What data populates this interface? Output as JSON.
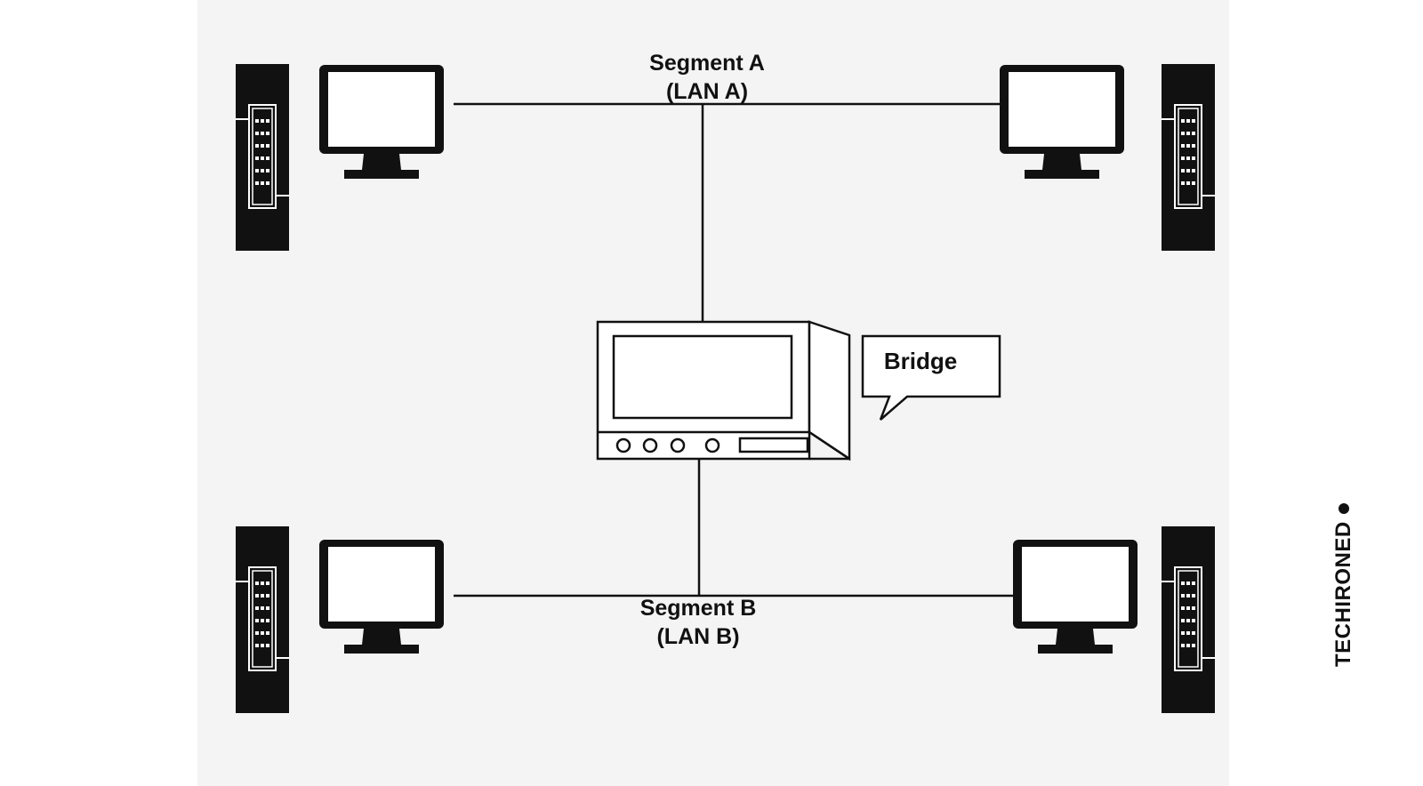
{
  "labels": {
    "segment_a_line1": "Segment A",
    "segment_a_line2": "(LAN A)",
    "segment_b_line1": "Segment B",
    "segment_b_line2": "(LAN B)",
    "bridge": "Bridge"
  },
  "brand": {
    "text": "TECHIRONED"
  },
  "colors": {
    "background": "#f4f4f4",
    "ink": "#111111",
    "page": "#ffffff"
  },
  "icons": [
    "computer-monitor-icon",
    "tower-pc-icon",
    "bridge-device-icon",
    "speech-bubble-icon"
  ]
}
